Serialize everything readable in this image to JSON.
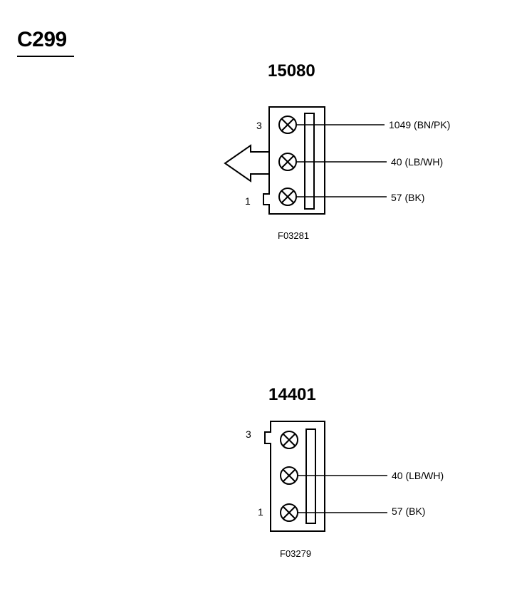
{
  "page_title": "C299",
  "connectors": [
    {
      "id": "15080",
      "pins": {
        "top": "3",
        "bottom": "1"
      },
      "wires": [
        "1049 (BN/PK)",
        "40 (LB/WH)",
        "57 (BK)"
      ],
      "figure_code": "F03281"
    },
    {
      "id": "14401",
      "pins": {
        "top": "3",
        "bottom": "1"
      },
      "wires": [
        "40 (LB/WH)",
        "57 (BK)"
      ],
      "figure_code": "F03279"
    }
  ],
  "colors": {
    "line": "#000000",
    "background": "#ffffff"
  }
}
